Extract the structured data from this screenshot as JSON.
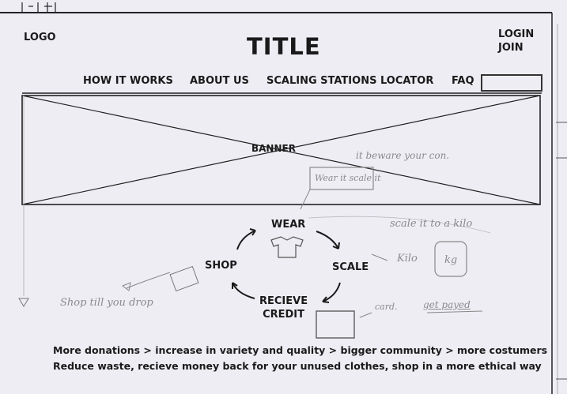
{
  "header": {
    "logo": "LOGO",
    "title": "TITLE",
    "login": "LOGIN",
    "join": "JOIN"
  },
  "nav": {
    "items": [
      "HOW IT WORKS",
      "ABOUT US",
      "SCALING STATIONS LOCATOR",
      "FAQ"
    ]
  },
  "banner": {
    "label": "BANNER"
  },
  "cycle": {
    "wear": "WEAR",
    "scale": "SCALE",
    "credit_line1": "RECIEVE",
    "credit_line2": "CREDIT",
    "shop": "SHOP"
  },
  "notes": {
    "beware": "it beware your con.",
    "wear_it": "Wear it scale it",
    "scale_kilo": "scale it to a kilo",
    "kilo": "Kilo",
    "kg": "kg",
    "card": "card.",
    "get_payed": "get payed",
    "shop_till_drop": "Shop till you drop"
  },
  "footer": {
    "line1": "More donations > increase in variety and quality > bigger community > more costumers",
    "line2": "Reduce waste, recieve money back for your unused clothes, shop in a more ethical way"
  },
  "colors": {
    "paper": "#efedf4",
    "ink": "#1a1a1a",
    "pencil": "#8a8a8e"
  }
}
